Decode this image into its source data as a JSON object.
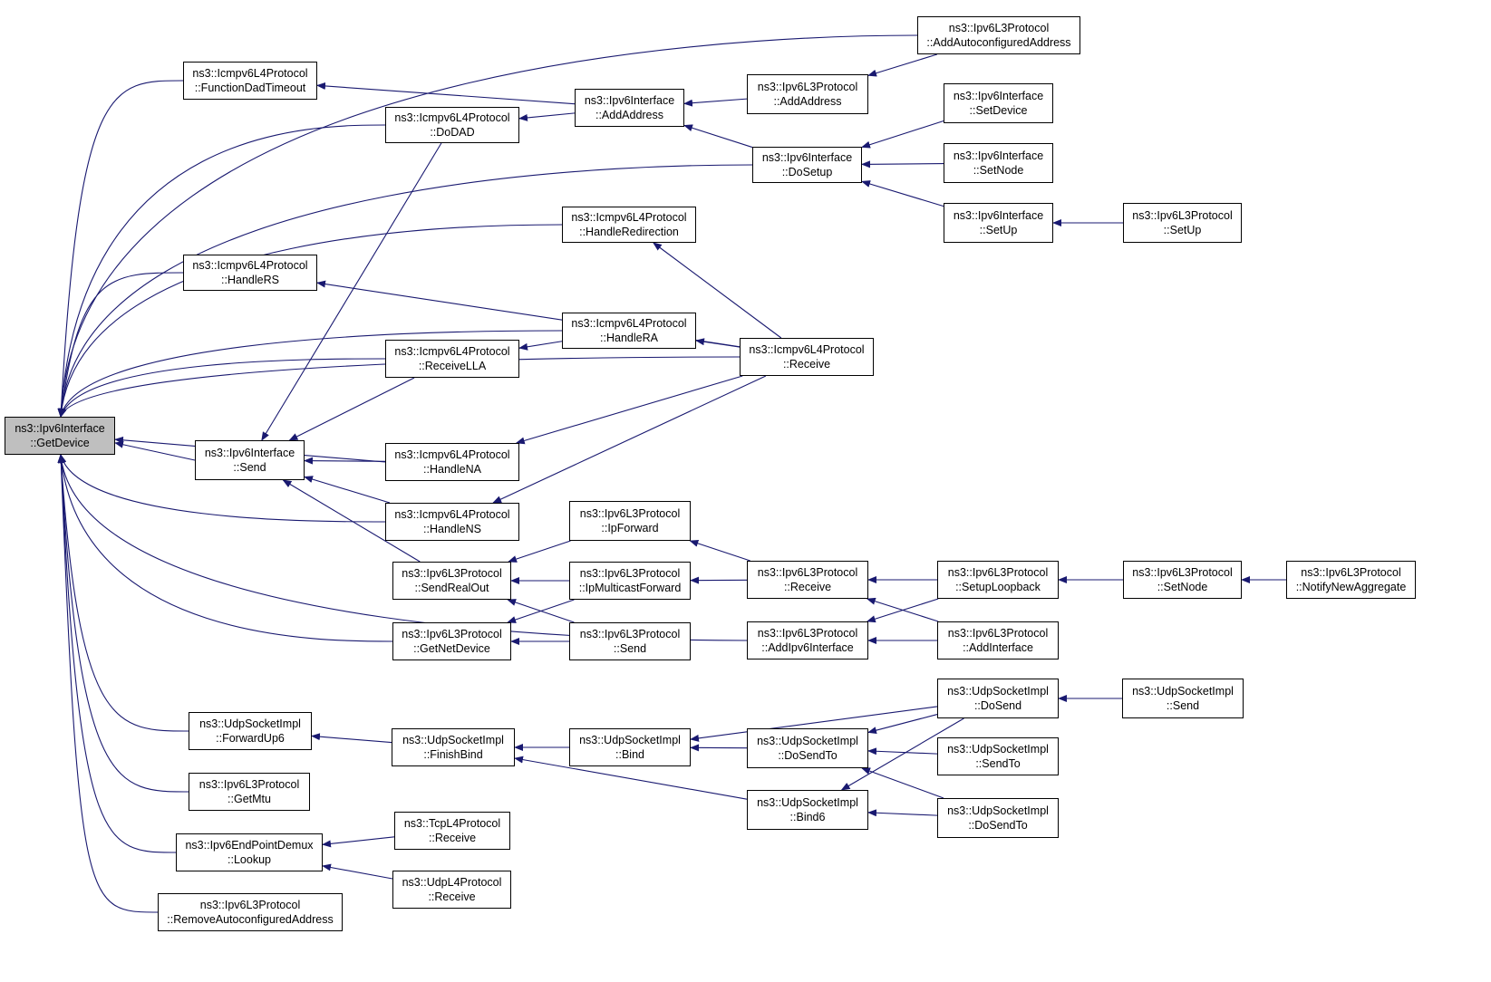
{
  "graph": {
    "root": "getdevice",
    "edge_color": "#191970",
    "root_fill": "#bfbfbf",
    "nodes": [
      {
        "id": "getdevice",
        "l1": "ns3::Ipv6Interface",
        "l2": "::GetDevice"
      },
      {
        "id": "funcdad",
        "l1": "ns3::Icmpv6L4Protocol",
        "l2": "::FunctionDadTimeout"
      },
      {
        "id": "dodad",
        "l1": "ns3::Icmpv6L4Protocol",
        "l2": "::DoDAD"
      },
      {
        "id": "addaddr_if",
        "l1": "ns3::Ipv6Interface",
        "l2": "::AddAddress"
      },
      {
        "id": "addaddr_l3",
        "l1": "ns3::Ipv6L3Protocol",
        "l2": "::AddAddress"
      },
      {
        "id": "autoconf",
        "l1": "ns3::Ipv6L3Protocol",
        "l2": "::AddAutoconfiguredAddress"
      },
      {
        "id": "dosetup",
        "l1": "ns3::Ipv6Interface",
        "l2": "::DoSetup"
      },
      {
        "id": "setdevice",
        "l1": "ns3::Ipv6Interface",
        "l2": "::SetDevice"
      },
      {
        "id": "setnode_if",
        "l1": "ns3::Ipv6Interface",
        "l2": "::SetNode"
      },
      {
        "id": "setup_if",
        "l1": "ns3::Ipv6Interface",
        "l2": "::SetUp"
      },
      {
        "id": "setup_l3",
        "l1": "ns3::Ipv6L3Protocol",
        "l2": "::SetUp"
      },
      {
        "id": "handleredir",
        "l1": "ns3::Icmpv6L4Protocol",
        "l2": "::HandleRedirection"
      },
      {
        "id": "handlers",
        "l1": "ns3::Icmpv6L4Protocol",
        "l2": "::HandleRS"
      },
      {
        "id": "handlera",
        "l1": "ns3::Icmpv6L4Protocol",
        "l2": "::HandleRA"
      },
      {
        "id": "receivella",
        "l1": "ns3::Icmpv6L4Protocol",
        "l2": "::ReceiveLLA"
      },
      {
        "id": "icmp_receive",
        "l1": "ns3::Icmpv6L4Protocol",
        "l2": "::Receive"
      },
      {
        "id": "if_send",
        "l1": "ns3::Ipv6Interface",
        "l2": "::Send"
      },
      {
        "id": "handlena",
        "l1": "ns3::Icmpv6L4Protocol",
        "l2": "::HandleNA"
      },
      {
        "id": "handlens",
        "l1": "ns3::Icmpv6L4Protocol",
        "l2": "::HandleNS"
      },
      {
        "id": "ipforward",
        "l1": "ns3::Ipv6L3Protocol",
        "l2": "::IpForward"
      },
      {
        "id": "sendrealout",
        "l1": "ns3::Ipv6L3Protocol",
        "l2": "::SendRealOut"
      },
      {
        "id": "ipmcast",
        "l1": "ns3::Ipv6L3Protocol",
        "l2": "::IpMulticastForward"
      },
      {
        "id": "l3_receive",
        "l1": "ns3::Ipv6L3Protocol",
        "l2": "::Receive"
      },
      {
        "id": "setuploop",
        "l1": "ns3::Ipv6L3Protocol",
        "l2": "::SetupLoopback"
      },
      {
        "id": "setnode_l3",
        "l1": "ns3::Ipv6L3Protocol",
        "l2": "::SetNode"
      },
      {
        "id": "notifynew",
        "l1": "ns3::Ipv6L3Protocol",
        "l2": "::NotifyNewAggregate"
      },
      {
        "id": "getnetdev",
        "l1": "ns3::Ipv6L3Protocol",
        "l2": "::GetNetDevice"
      },
      {
        "id": "l3_send",
        "l1": "ns3::Ipv6L3Protocol",
        "l2": "::Send"
      },
      {
        "id": "addipv6if",
        "l1": "ns3::Ipv6L3Protocol",
        "l2": "::AddIpv6Interface"
      },
      {
        "id": "addinterface",
        "l1": "ns3::Ipv6L3Protocol",
        "l2": "::AddInterface"
      },
      {
        "id": "udp_dosend",
        "l1": "ns3::UdpSocketImpl",
        "l2": "::DoSend"
      },
      {
        "id": "udp_send",
        "l1": "ns3::UdpSocketImpl",
        "l2": "::Send"
      },
      {
        "id": "fwdup6",
        "l1": "ns3::UdpSocketImpl",
        "l2": "::ForwardUp6"
      },
      {
        "id": "finishbind",
        "l1": "ns3::UdpSocketImpl",
        "l2": "::FinishBind"
      },
      {
        "id": "bind",
        "l1": "ns3::UdpSocketImpl",
        "l2": "::Bind"
      },
      {
        "id": "dosendto_a",
        "l1": "ns3::UdpSocketImpl",
        "l2": "::DoSendTo"
      },
      {
        "id": "sendto",
        "l1": "ns3::UdpSocketImpl",
        "l2": "::SendTo"
      },
      {
        "id": "getmtu",
        "l1": "ns3::Ipv6L3Protocol",
        "l2": "::GetMtu"
      },
      {
        "id": "bind6",
        "l1": "ns3::UdpSocketImpl",
        "l2": "::Bind6"
      },
      {
        "id": "dosendto_b",
        "l1": "ns3::UdpSocketImpl",
        "l2": "::DoSendTo"
      },
      {
        "id": "lookup",
        "l1": "ns3::Ipv6EndPointDemux",
        "l2": "::Lookup"
      },
      {
        "id": "tcp_receive",
        "l1": "ns3::TcpL4Protocol",
        "l2": "::Receive"
      },
      {
        "id": "udp4_receive",
        "l1": "ns3::UdpL4Protocol",
        "l2": "::Receive"
      },
      {
        "id": "removeauto",
        "l1": "ns3::Ipv6L3Protocol",
        "l2": "::RemoveAutoconfiguredAddress"
      }
    ],
    "edges": [
      [
        "funcdad",
        "getdevice"
      ],
      [
        "dodad",
        "getdevice"
      ],
      [
        "autoconf",
        "getdevice"
      ],
      [
        "dosetup",
        "getdevice"
      ],
      [
        "handleredir",
        "getdevice"
      ],
      [
        "handlers",
        "getdevice"
      ],
      [
        "handlera",
        "getdevice"
      ],
      [
        "receivella",
        "getdevice"
      ],
      [
        "icmp_receive",
        "getdevice"
      ],
      [
        "if_send",
        "getdevice"
      ],
      [
        "handlena",
        "getdevice"
      ],
      [
        "handlens",
        "getdevice"
      ],
      [
        "getnetdev",
        "getdevice"
      ],
      [
        "addipv6if",
        "getdevice"
      ],
      [
        "fwdup6",
        "getdevice"
      ],
      [
        "getmtu",
        "getdevice"
      ],
      [
        "lookup",
        "getdevice"
      ],
      [
        "removeauto",
        "getdevice"
      ],
      [
        "addaddr_if",
        "funcdad"
      ],
      [
        "addaddr_if",
        "dodad"
      ],
      [
        "addaddr_l3",
        "addaddr_if"
      ],
      [
        "dosetup",
        "addaddr_if"
      ],
      [
        "autoconf",
        "addaddr_l3"
      ],
      [
        "setdevice",
        "dosetup"
      ],
      [
        "setnode_if",
        "dosetup"
      ],
      [
        "setup_if",
        "dosetup"
      ],
      [
        "setup_l3",
        "setup_if"
      ],
      [
        "icmp_receive",
        "handleredir"
      ],
      [
        "icmp_receive",
        "handlers"
      ],
      [
        "handlera",
        "receivella"
      ],
      [
        "icmp_receive",
        "handlera"
      ],
      [
        "dodad",
        "if_send"
      ],
      [
        "receivella",
        "if_send"
      ],
      [
        "handlena",
        "if_send"
      ],
      [
        "handlens",
        "if_send"
      ],
      [
        "sendrealout",
        "if_send"
      ],
      [
        "icmp_receive",
        "handlena"
      ],
      [
        "icmp_receive",
        "handlens"
      ],
      [
        "ipforward",
        "sendrealout"
      ],
      [
        "ipmcast",
        "sendrealout"
      ],
      [
        "l3_send",
        "sendrealout"
      ],
      [
        "l3_receive",
        "ipforward"
      ],
      [
        "l3_receive",
        "ipmcast"
      ],
      [
        "ipmcast",
        "getnetdev"
      ],
      [
        "l3_send",
        "getnetdev"
      ],
      [
        "setuploop",
        "l3_receive"
      ],
      [
        "addinterface",
        "l3_receive"
      ],
      [
        "setnode_l3",
        "setuploop"
      ],
      [
        "notifynew",
        "setnode_l3"
      ],
      [
        "setuploop",
        "addipv6if"
      ],
      [
        "addinterface",
        "addipv6if"
      ],
      [
        "finishbind",
        "fwdup6"
      ],
      [
        "bind",
        "finishbind"
      ],
      [
        "bind6",
        "finishbind"
      ],
      [
        "udp_dosend",
        "bind"
      ],
      [
        "dosendto_a",
        "bind"
      ],
      [
        "udp_send",
        "udp_dosend"
      ],
      [
        "udp_dosend",
        "dosendto_a"
      ],
      [
        "sendto",
        "dosendto_a"
      ],
      [
        "dosendto_b",
        "dosendto_a"
      ],
      [
        "udp_dosend",
        "bind6"
      ],
      [
        "dosendto_b",
        "bind6"
      ],
      [
        "tcp_receive",
        "lookup"
      ],
      [
        "udp4_receive",
        "lookup"
      ]
    ]
  }
}
